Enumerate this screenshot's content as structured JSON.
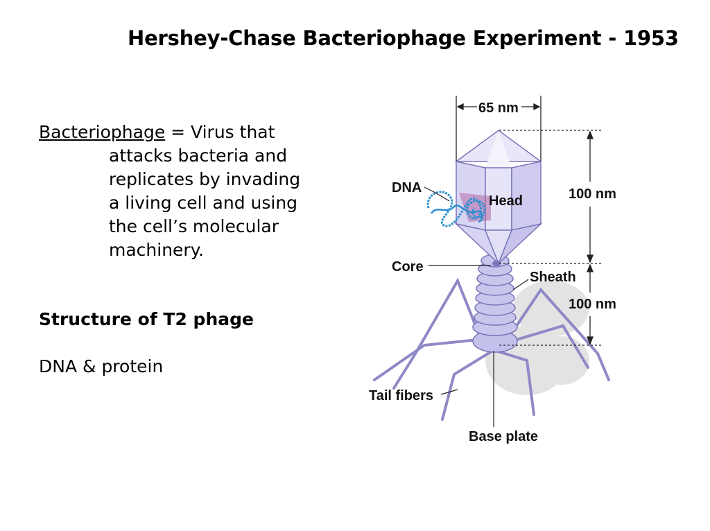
{
  "slide": {
    "title": "Hershey-Chase Bacteriophage Experiment - 1953",
    "definition": {
      "term": "Bacteriophage",
      "text": " = Virus that attacks bacteria and replicates by invading a living cell and using the cell’s molecular machinery."
    },
    "structure_heading": "Structure of T2 phage",
    "composition": "DNA & protein"
  },
  "diagram": {
    "labels": {
      "width": "65 nm",
      "head_height": "100 nm",
      "tail_height": "100 nm",
      "dna": "DNA",
      "head": "Head",
      "core": "Core",
      "sheath": "Sheath",
      "tail_fibers": "Tail fibers",
      "base_plate": "Base plate"
    },
    "colors": {
      "body_fill": "#c9c6ee",
      "body_stroke": "#7a74b8",
      "fiber": "#8e89c6",
      "dna": "#2a8fd0",
      "dna_region": "#b06aa8",
      "shadow": "#dcdcdc"
    }
  }
}
